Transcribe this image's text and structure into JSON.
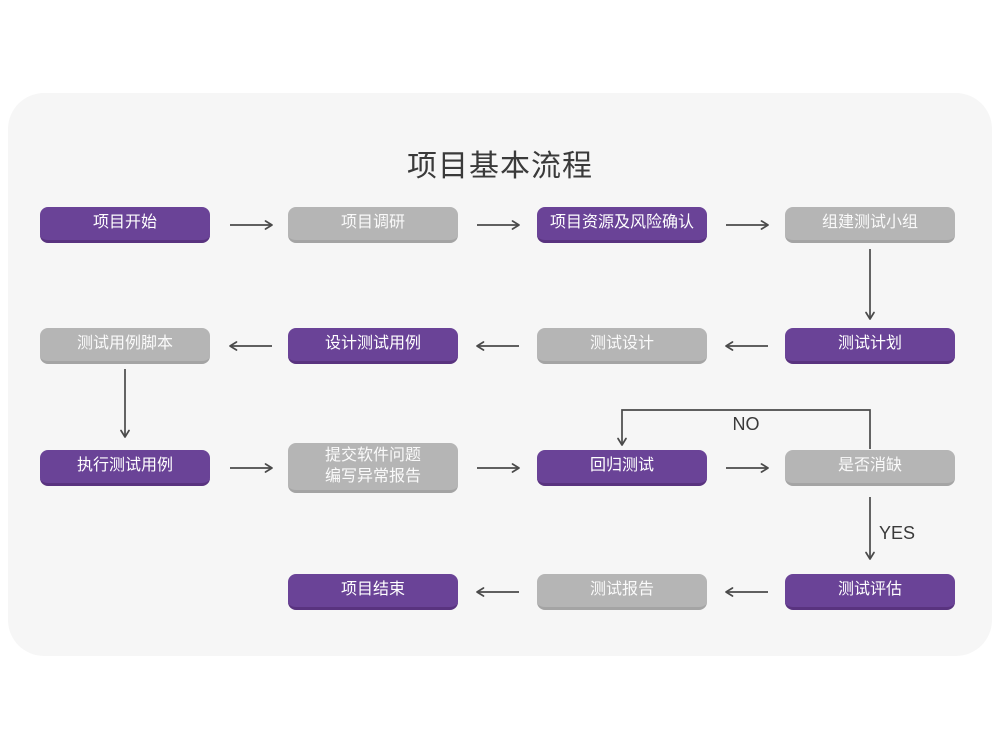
{
  "title": "项目基本流程",
  "nodes": [
    {
      "id": "project-start",
      "label": "项目开始",
      "variant": "purple"
    },
    {
      "id": "project-research",
      "label": "项目调研",
      "variant": "gray"
    },
    {
      "id": "project-resources-risk",
      "label": "项目资源及风险确认",
      "variant": "purple"
    },
    {
      "id": "build-test-team",
      "label": "组建测试小组",
      "variant": "gray"
    },
    {
      "id": "test-plan",
      "label": "测试计划",
      "variant": "purple"
    },
    {
      "id": "test-design",
      "label": "测试设计",
      "variant": "gray"
    },
    {
      "id": "design-test-cases",
      "label": "设计测试用例",
      "variant": "purple"
    },
    {
      "id": "test-case-script",
      "label": "测试用例脚本",
      "variant": "gray"
    },
    {
      "id": "execute-test-cases",
      "label": "执行测试用例",
      "variant": "purple"
    },
    {
      "id": "submit-issues-write-report",
      "label": "提交软件问题\n编写异常报告",
      "variant": "gray"
    },
    {
      "id": "regression-test",
      "label": "回归测试",
      "variant": "purple"
    },
    {
      "id": "defect-cleared-decision",
      "label": "是否消缺",
      "variant": "gray"
    },
    {
      "id": "test-evaluation",
      "label": "测试评估",
      "variant": "purple"
    },
    {
      "id": "test-report",
      "label": "测试报告",
      "variant": "gray"
    },
    {
      "id": "project-end",
      "label": "项目结束",
      "variant": "purple"
    }
  ],
  "edge_labels": {
    "no": "NO",
    "yes": "YES"
  },
  "colors": {
    "purple": "#6A4397",
    "purple_edge": "#59337F",
    "gray": "#B5B5B5",
    "gray_edge": "#A4A4A4",
    "card_bg": "#F6F6F6",
    "page_bg": "#FFFFFF",
    "arrow": "#4A4A4A",
    "text_dark": "#3A3A3A",
    "node_text": "#FFFFFF"
  }
}
